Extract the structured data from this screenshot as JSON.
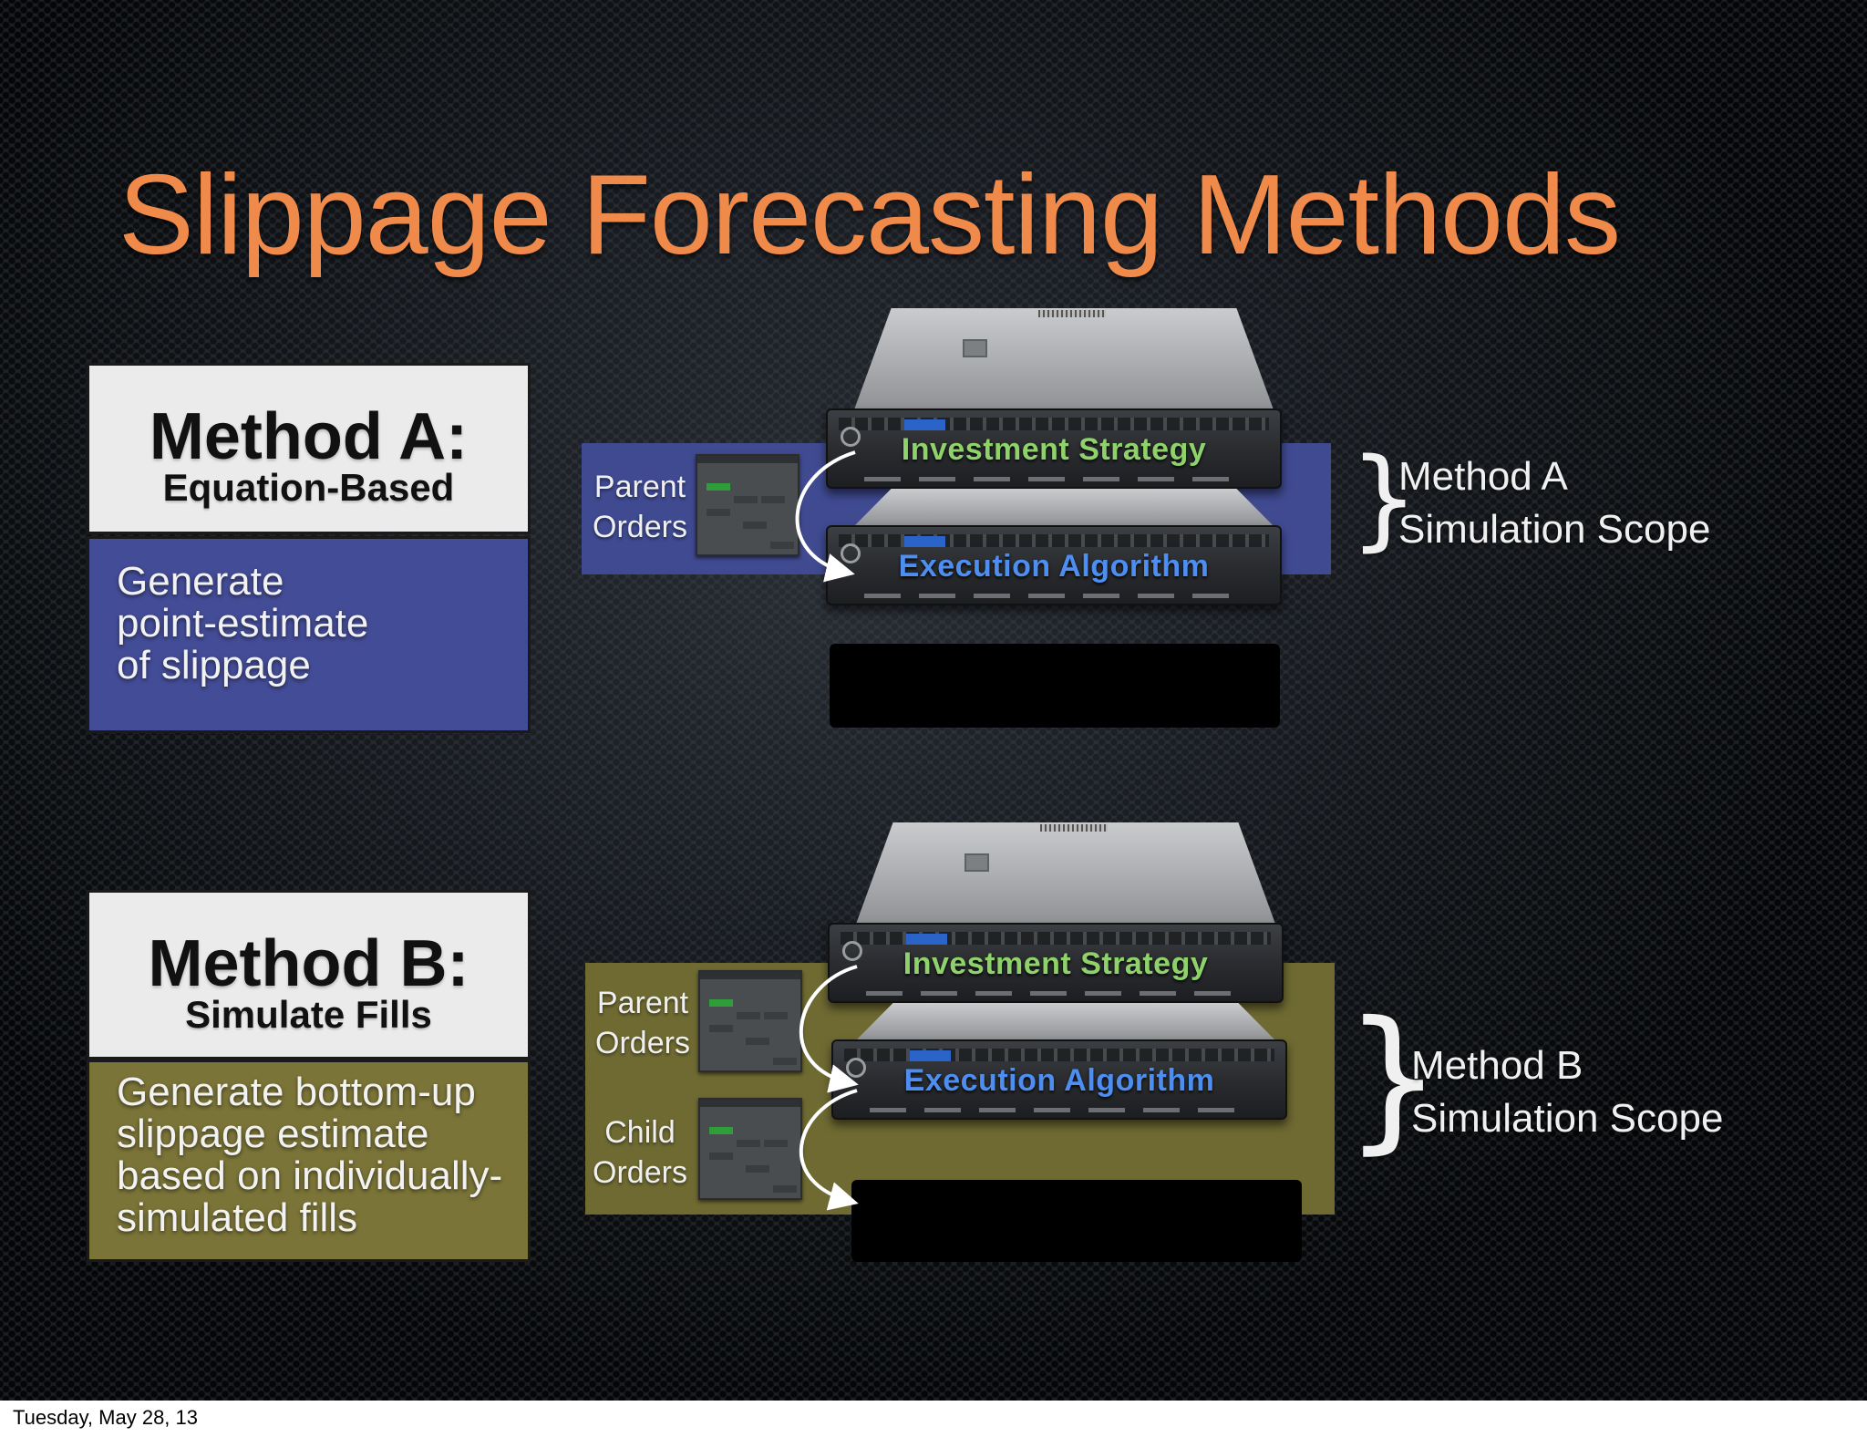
{
  "slide": {
    "title": "Slippage Forecasting Methods",
    "colors": {
      "title": "#f08a4b",
      "investment_label": "#8fd16a",
      "execution_label": "#4d8ef0",
      "method_a_panel": "#434c96",
      "method_a_band": "#3f4a91",
      "method_b_panel": "#7b7438",
      "method_b_band": "#6f6a32"
    }
  },
  "method_a": {
    "name": "Method A:",
    "subtitle": "Equation-Based",
    "description": [
      "Generate",
      "point-estimate",
      "of slippage"
    ],
    "flow_label": [
      "Parent",
      "Orders"
    ],
    "servers": [
      "Investment Strategy",
      "Execution Algorithm"
    ],
    "scope": [
      "Method A",
      "Simulation Scope"
    ]
  },
  "method_b": {
    "name": "Method B:",
    "subtitle": "Simulate Fills",
    "description": [
      "Generate bottom-up",
      "slippage estimate",
      "based on individually-",
      "simulated fills"
    ],
    "flow_labels": [
      [
        "Parent",
        "Orders"
      ],
      [
        "Child",
        "Orders"
      ]
    ],
    "servers": [
      "Investment Strategy",
      "Execution Algorithm"
    ],
    "scope": [
      "Method B",
      "Simulation Scope"
    ]
  },
  "footer": {
    "date": "Tuesday, May 28, 13"
  }
}
